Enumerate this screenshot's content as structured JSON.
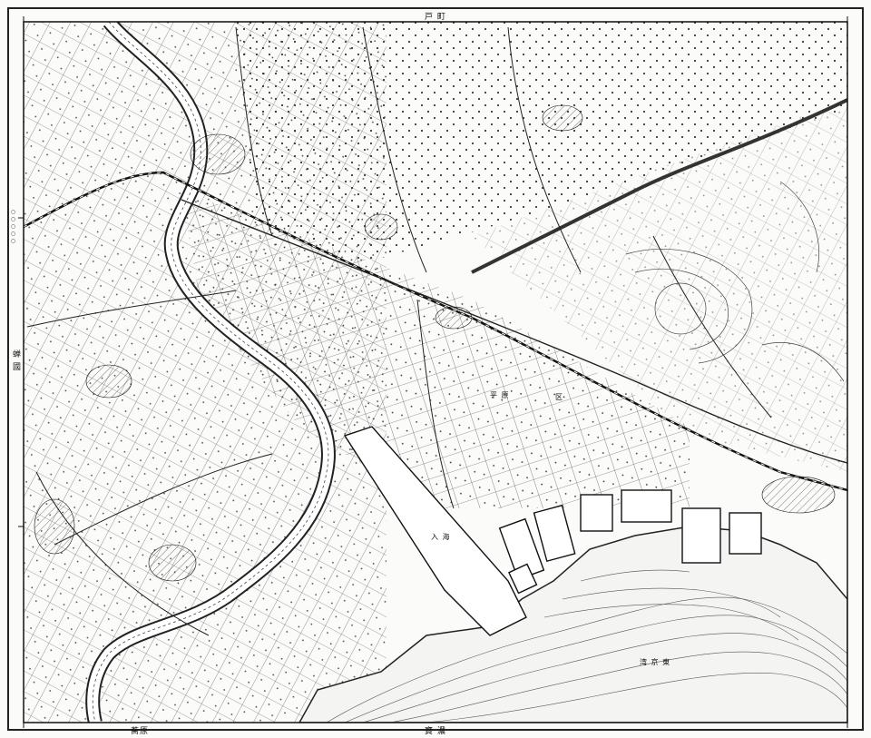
{
  "map": {
    "style": "monochrome topographic sheet",
    "colors": {
      "ink": "#1a1a1a",
      "paper": "#fbfbf9",
      "sea": "#f4f4f2",
      "river": "#ffffff"
    },
    "margin": {
      "top_center": "戸 町",
      "bottom_center": "寶 濃",
      "bottom_left": "蕎原",
      "left_side": "蝉 國",
      "left_side_upper": "○○○○○"
    },
    "labels": {
      "bay": "湾  京  東",
      "reclaimed": "入 海",
      "plain": "平 原",
      "district": "区"
    }
  }
}
